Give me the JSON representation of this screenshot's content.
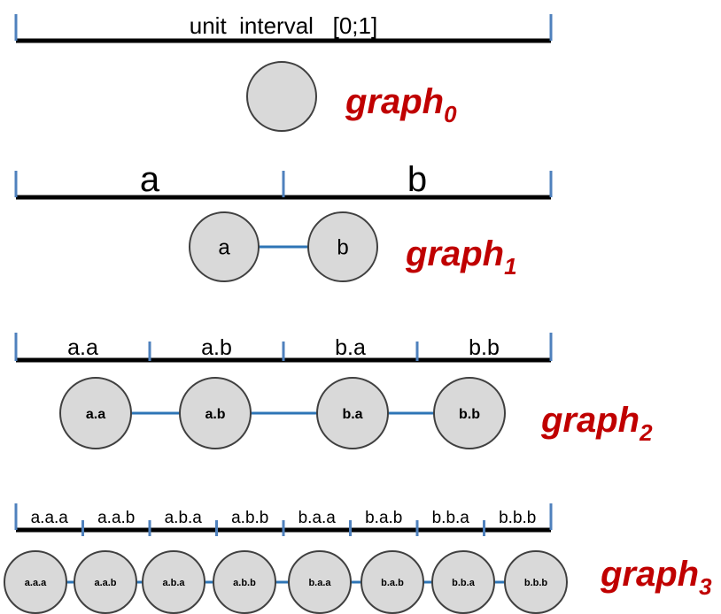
{
  "colors": {
    "bar": "#000000",
    "tick": "#4f81bd",
    "node_fill": "#d9d9d9",
    "node_stroke": "#404040",
    "edge": "#2e75b6",
    "graph_label": "#c00000",
    "text": "#000000"
  },
  "rows": [
    {
      "interval_label": "unit  interval   [0;1]",
      "segment_labels": [],
      "nodes": [
        ""
      ],
      "graph_name": "graph",
      "graph_sub": "0"
    },
    {
      "interval_label": "",
      "segment_labels": [
        "a",
        "b"
      ],
      "nodes": [
        "a",
        "b"
      ],
      "graph_name": "graph",
      "graph_sub": "1"
    },
    {
      "interval_label": "",
      "segment_labels": [
        "a.a",
        "a.b",
        "b.a",
        "b.b"
      ],
      "nodes": [
        "a.a",
        "a.b",
        "b.a",
        "b.b"
      ],
      "graph_name": "graph",
      "graph_sub": "2"
    },
    {
      "interval_label": "",
      "segment_labels": [
        "a.a.a",
        "a.a.b",
        "a.b.a",
        "a.b.b",
        "b.a.a",
        "b.a.b",
        "b.b.a",
        "b.b.b"
      ],
      "nodes": [
        "a.a.a",
        "a.a.b",
        "a.b.a",
        "a.b.b",
        "b.a.a",
        "b.a.b",
        "b.b.a",
        "b.b.b"
      ],
      "graph_name": "graph",
      "graph_sub": "3"
    }
  ]
}
